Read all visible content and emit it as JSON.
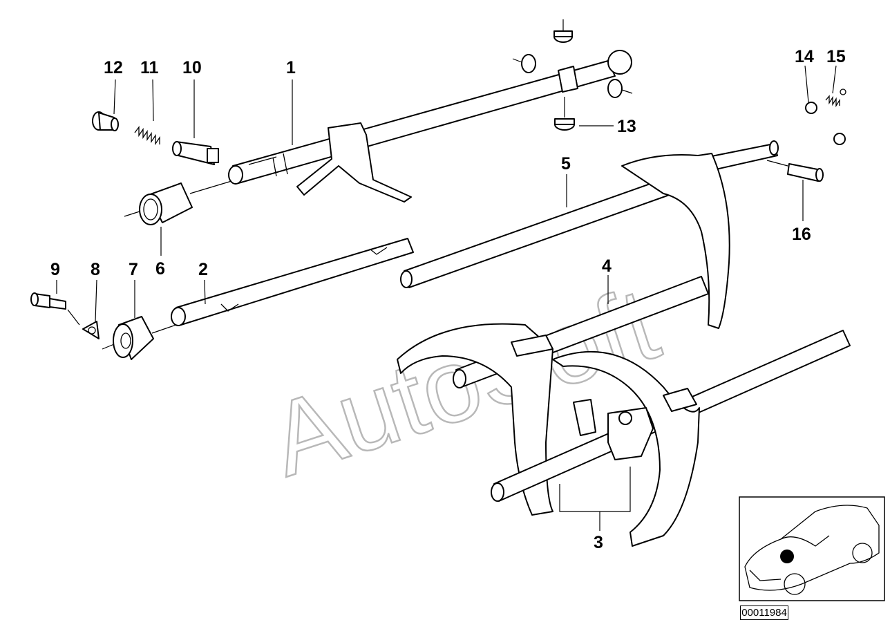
{
  "callouts": {
    "c1": "1",
    "c2": "2",
    "c3": "3",
    "c4": "4",
    "c5": "5",
    "c6": "6",
    "c7": "7",
    "c8": "8",
    "c9": "9",
    "c10": "10",
    "c11": "11",
    "c12": "12",
    "c13": "13",
    "c14": "14",
    "c15": "15",
    "c16": "16"
  },
  "watermark": "AutoSoft",
  "diagram_id": "00011984"
}
